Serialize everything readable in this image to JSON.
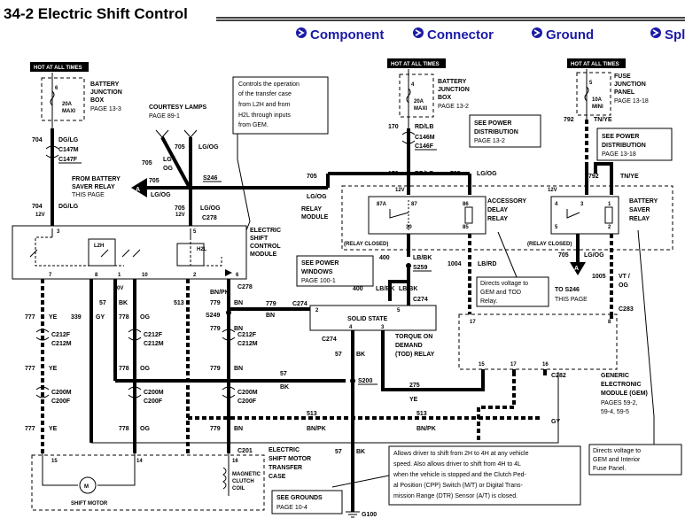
{
  "title": "34-2 Electric Shift Control",
  "nav": [
    {
      "label": "Component"
    },
    {
      "label": "Connector"
    },
    {
      "label": "Ground"
    },
    {
      "label": "Spl"
    }
  ],
  "hot_at_all_times": "HOT AT ALL TIMES",
  "bjb": {
    "name": [
      "BATTERY",
      "JUNCTION",
      "BOX"
    ],
    "page": "PAGE 13-3",
    "fuse_no": "6",
    "fuse_amp": "20A",
    "fuse_type": "MAXI"
  },
  "bjb2": {
    "name": [
      "BATTERY",
      "JUNCTION",
      "BOX"
    ],
    "page": "PAGE 13-2",
    "fuse_no": "4",
    "fuse_amp": "20A",
    "fuse_type": "MAXI"
  },
  "fjp": {
    "name": [
      "FUSE",
      "JUNCTION",
      "PANEL"
    ],
    "page": "PAGE 13-18",
    "fuse_no": "5",
    "fuse_amp": "10A",
    "fuse_type": "MINI"
  },
  "courtesy": {
    "name": "COURTESY LAMPS",
    "page": "PAGE 89-1"
  },
  "note_transfer": [
    "Controls the operation",
    "of the transfer case",
    "from L2H and from",
    "H2L through inputs",
    "from GEM."
  ],
  "see_power_dist": [
    "SEE POWER",
    "DISTRIBUTION",
    "PAGE 13-2"
  ],
  "see_power_dist2": [
    "SEE POWER",
    "DISTRIBUTION",
    "PAGE 13-18"
  ],
  "see_power_windows": [
    "SEE POWER",
    "WINDOWS",
    "PAGE 100-1"
  ],
  "see_grounds": [
    "SEE GROUNDS",
    "PAGE 10-4"
  ],
  "from_bsr": [
    "FROM BATTERY",
    "SAVER RELAY",
    "THIS PAGE"
  ],
  "escm": [
    "ELECTRIC",
    "SHIFT",
    "CONTROL",
    "MODULE"
  ],
  "relay_module": [
    "RELAY",
    "MODULE"
  ],
  "accessory_delay": [
    "ACCESSORY",
    "DELAY",
    "RELAY"
  ],
  "battery_saver": [
    "BATTERY",
    "SAVER",
    "RELAY"
  ],
  "relay_closed": "(RELAY CLOSED)",
  "note_gem_tod": [
    "Directs voltage to",
    "GEM and TOD",
    "Relay."
  ],
  "to_s246": [
    "TO S246",
    "THIS PAGE"
  ],
  "solid_state": "SOLID STATE",
  "tod_relay": [
    "TORQUE ON",
    "DEMAND",
    "(TOD) RELAY"
  ],
  "gem": [
    "GENERIC",
    "ELECTRONIC",
    "MODULE (GEM)",
    "PAGES 59-2,",
    "59-4, 59-5"
  ],
  "note_gem_fuse": [
    "Directs voltage to",
    "GEM and Interior",
    "Fuse Panel."
  ],
  "esm": [
    "ELECTRIC",
    "SHIFT MOTOR",
    "TRANSFER",
    "CASE"
  ],
  "shift_motor": "SHIFT MOTOR",
  "mag_clutch": [
    "MAGNETIC",
    "CLUTCH",
    "COIL"
  ],
  "note_shift": [
    "Allows driver to shift from 2H to 4H at any vehicle",
    "speed.  Also allows driver to shift from 4H to 4L",
    "when the vehicle is stopped and the Clutch Ped-",
    "al Position (CPP) Switch (M/T) or Digital Trans-",
    "mission Range (DTR) Sensor (A/T) is closed."
  ],
  "g100": "G100",
  "wires": {
    "w704": "704",
    "dglg": "DG/LG",
    "c147m": "C147M",
    "c147f": "C147F",
    "v12": "12V",
    "w705": "705",
    "lgog": "LG/OG",
    "lg": "LG /",
    "og": "OG",
    "s246": "S246",
    "c278": "C278",
    "w170": "170",
    "rdlb": "RD/LB",
    "c146m": "C146M",
    "c146f": "C146F",
    "w792": "792",
    "tnye": "TN/YE",
    "w400": "400",
    "lbbk": "LB/BK",
    "s259": "S259",
    "w1004": "1004",
    "lbrd": "LB/RD",
    "w1005": "1005",
    "vt": "VT /",
    "c283": "C283",
    "w777": "777",
    "ye": "YE",
    "w339": "339",
    "gy": "GY",
    "w57": "57",
    "bk": "BK",
    "w778": "778",
    "w513": "513",
    "bnpk": "BN/PK",
    "w779": "779",
    "bn": "BN",
    "s249": "S249",
    "c212f": "C212F",
    "c212m": "C212M",
    "c200m": "C200M",
    "c200f": "C200F",
    "c201": "C201",
    "c274": "C274",
    "s200": "S200",
    "w275": "275",
    "c282": "C282",
    "l2h": "L2H",
    "h2l": "H2L",
    "zero_v": "0V"
  }
}
